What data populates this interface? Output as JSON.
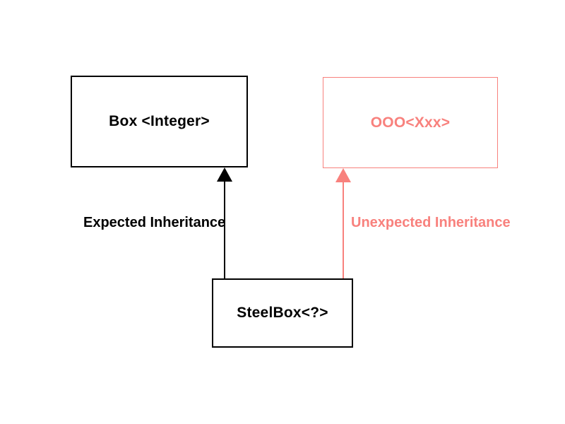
{
  "diagram": {
    "background_color": "#ffffff",
    "colors": {
      "expected": "#000000",
      "unexpected": "#f8817d"
    },
    "nodes": [
      {
        "id": "box-integer",
        "label": "Box <Integer>",
        "color": "#000000"
      },
      {
        "id": "ooo-xxx",
        "label": "OOO<Xxx>",
        "color": "#f8817d"
      },
      {
        "id": "steelbox",
        "label": "SteelBox<?>",
        "color": "#000000"
      }
    ],
    "edges": [
      {
        "id": "expected",
        "label": "Expected Inheritance",
        "from": "steelbox",
        "to": "box-integer",
        "color": "#000000"
      },
      {
        "id": "unexpected",
        "label": "Unexpected Inheritance",
        "from": "steelbox",
        "to": "ooo-xxx",
        "color": "#f8817d"
      }
    ]
  }
}
